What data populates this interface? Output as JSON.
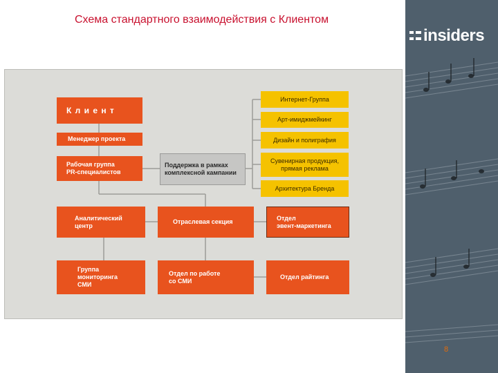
{
  "title": "Схема стандартного взаимодействия с Клиентом",
  "logo": {
    "text": "insiders"
  },
  "page_number": "8",
  "diagram": {
    "client": "К л и е н т",
    "project_manager": "Менеджер проекта",
    "working_group": "Рабочая группа\nPR-специалистов",
    "support": "Поддержка в рамках\nкомплексной кампании",
    "support_items": [
      "Интернет-Группа",
      "Арт-имиджмейкинг",
      "Дизайн и полиграфия",
      "Сувенирная продукция,\nпрямая реклама",
      "Архитектура Бренда"
    ],
    "analytic_center": "Аналитический\nцентр",
    "industry_section": "Отраслевая секция",
    "event_marketing": "Отдел\nэвент-маркетинга",
    "media_monitoring": "Группа\nмониторинга\nСМИ",
    "media_relations": "Отдел по работе\nсо СМИ",
    "rating_dept": "Отдел райтинга"
  },
  "colors": {
    "title": "#c8102e",
    "orange": "#e8531e",
    "yellow": "#f5c200",
    "gray_box": "#c6c6c4",
    "canvas": "#dcdcd8",
    "panel": "#4f5f6c"
  }
}
